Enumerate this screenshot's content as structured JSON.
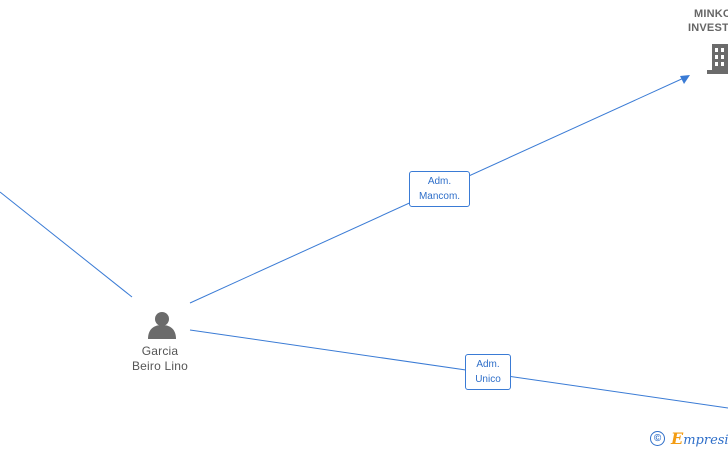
{
  "diagram": {
    "nodes": {
      "person": {
        "line1": "Garcia",
        "line2": "Beiro Lino",
        "icon": "person-icon"
      },
      "company": {
        "line1": "MINKO",
        "line2": "INVEST",
        "icon": "building-icon"
      }
    },
    "edges": [
      {
        "label_line1": "Adm.",
        "label_line2": "Mancom."
      },
      {
        "label_line1": "Adm.",
        "label_line2": "Unico"
      }
    ],
    "colors": {
      "edge": "#3a7bd5",
      "node_icon": "#6b6b6b",
      "label_text": "#2f6fc9"
    }
  },
  "footer": {
    "copyright_symbol": "©",
    "brand_first": "E",
    "brand_rest": "mpresia"
  }
}
